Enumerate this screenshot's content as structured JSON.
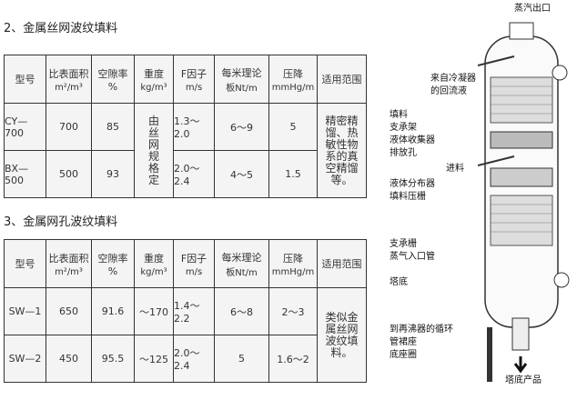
{
  "section1": {
    "title": "2、金属丝网波纹填料",
    "headers": [
      [
        "型号",
        ""
      ],
      [
        "比表面积",
        "m²/m³"
      ],
      [
        "空隙率",
        "%"
      ],
      [
        "重度",
        "kg/m³"
      ],
      [
        "F因子",
        "m/s"
      ],
      [
        "每米理论",
        "板Nt/m"
      ],
      [
        "压降",
        "mmHg/m"
      ],
      [
        "适用范围",
        ""
      ]
    ],
    "rows": [
      {
        "model": "CY—700",
        "area": "700",
        "void": "85",
        "f": "1.3～2.0",
        "plates": "6～9",
        "drop": "5"
      },
      {
        "model": "BX—500",
        "area": "500",
        "void": "93",
        "f": "2.0～2.4",
        "plates": "4～5",
        "drop": "1.5"
      }
    ],
    "weight": "由丝网规格定",
    "scope": "精密精馏、热敏性物系的真空精馏等。"
  },
  "section2": {
    "title": "3、金属网孔波纹填料",
    "headers": [
      [
        "型号",
        ""
      ],
      [
        "比表面积",
        "m²/m³"
      ],
      [
        "空隙率",
        "%"
      ],
      [
        "重度",
        "kg/m³"
      ],
      [
        "F因子",
        "m/s"
      ],
      [
        "每米理论",
        "板Nt/m"
      ],
      [
        "压降",
        "mmHg/m"
      ],
      [
        "适用范围",
        ""
      ]
    ],
    "rows": [
      {
        "model": "SW—1",
        "area": "650",
        "void": "91.6",
        "weight": "～170",
        "f": "1.4～2.2",
        "plates": "6～8",
        "drop": "2～3"
      },
      {
        "model": "SW—2",
        "area": "450",
        "void": "95.5",
        "weight": "～125",
        "f": "2.0～2.4",
        "plates": "5",
        "drop": "1.6～2"
      }
    ],
    "scope": "类似金属丝网波纹填料。"
  },
  "diagram": {
    "labels": [
      "蒸汽出口",
      "来自冷凝器的回流液",
      "填料",
      "支承架",
      "液体收集器",
      "排放孔",
      "进料",
      "液体分布器",
      "填料压栅",
      "支承栅",
      "蒸气入口管",
      "塔底",
      "到再沸器的循环",
      "管裙座",
      "底座圈",
      "塔底产品"
    ]
  }
}
